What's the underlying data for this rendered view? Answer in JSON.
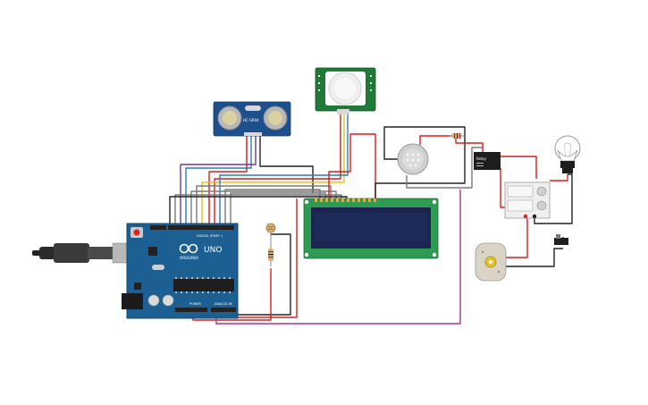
{
  "arduino": {
    "brand_label": "ARDUINO",
    "model_label": "UNO",
    "digital_label": "DIGITAL (PWM~)",
    "power_label": "POWER",
    "analog_label": "ANALOG IN",
    "color": "#1c5f93"
  },
  "ultrasonic": {
    "model_label": "HC-SR04",
    "color": "#1c4f8c"
  },
  "pir": {
    "color": "#1f7a35"
  },
  "lcd": {
    "bezel_color": "#2f9a52",
    "screen_color": "#1e2a5a"
  },
  "relay": {
    "label": "Relay"
  },
  "colors": {
    "wire_red": "#d42020",
    "wire_black": "#222222",
    "wire_magenta": "#a8368f",
    "wire_blue": "#2a7ac0",
    "wire_yellow": "#e6c020",
    "wire_gray": "#7a7a7a",
    "wire_purple": "#6a3aa0"
  }
}
